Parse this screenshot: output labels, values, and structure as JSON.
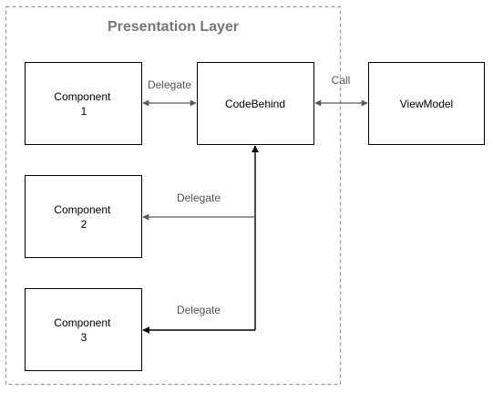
{
  "group": {
    "title": "Presentation Layer"
  },
  "nodes": {
    "component1": {
      "line1": "Component",
      "line2": "1"
    },
    "component2": {
      "line1": "Component",
      "line2": "2"
    },
    "component3": {
      "line1": "Component",
      "line2": "3"
    },
    "codebehind": {
      "label": "CodeBehind"
    },
    "viewmodel": {
      "label": "ViewModel"
    }
  },
  "edges": {
    "component1_codebehind": {
      "label": "Delegate"
    },
    "codebehind_viewmodel": {
      "label": "Call"
    },
    "codebehind_component2": {
      "label": "Delegate"
    },
    "codebehind_component3": {
      "label": "Delegate"
    }
  },
  "colors": {
    "group_border": "#999999",
    "group_title": "#777777",
    "box_border": "#000000",
    "arrow_gray": "#595959",
    "arrow_black": "#000000"
  }
}
